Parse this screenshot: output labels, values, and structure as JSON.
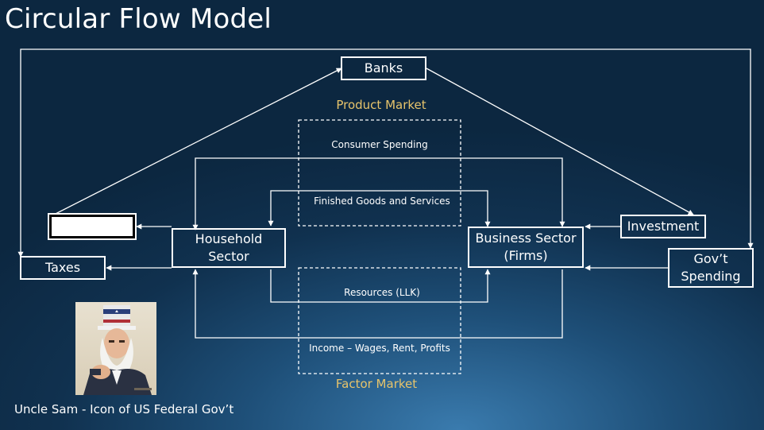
{
  "title": "Circular Flow Model",
  "nodes": {
    "banks": "Banks",
    "household": "Household\nSector",
    "business": "Business Sector\n(Firms)",
    "investment": "Investment",
    "taxes": "Taxes",
    "govt_spending": "Gov’t\nSpending",
    "blank": ""
  },
  "markets": {
    "product": "Product Market",
    "factor": "Factor Market"
  },
  "flows": {
    "consumer_spending": "Consumer Spending",
    "finished_goods": "Finished Goods and Services",
    "resources": "Resources (LLK)",
    "income": "Income – Wages, Rent, Profits"
  },
  "caption": "Uncle Sam -  Icon of US Federal Gov’t",
  "colors": {
    "market_label": "#e7c46b",
    "line": "#ffffff",
    "background_dark": "#0c2740",
    "background_light": "#3a7bae"
  }
}
